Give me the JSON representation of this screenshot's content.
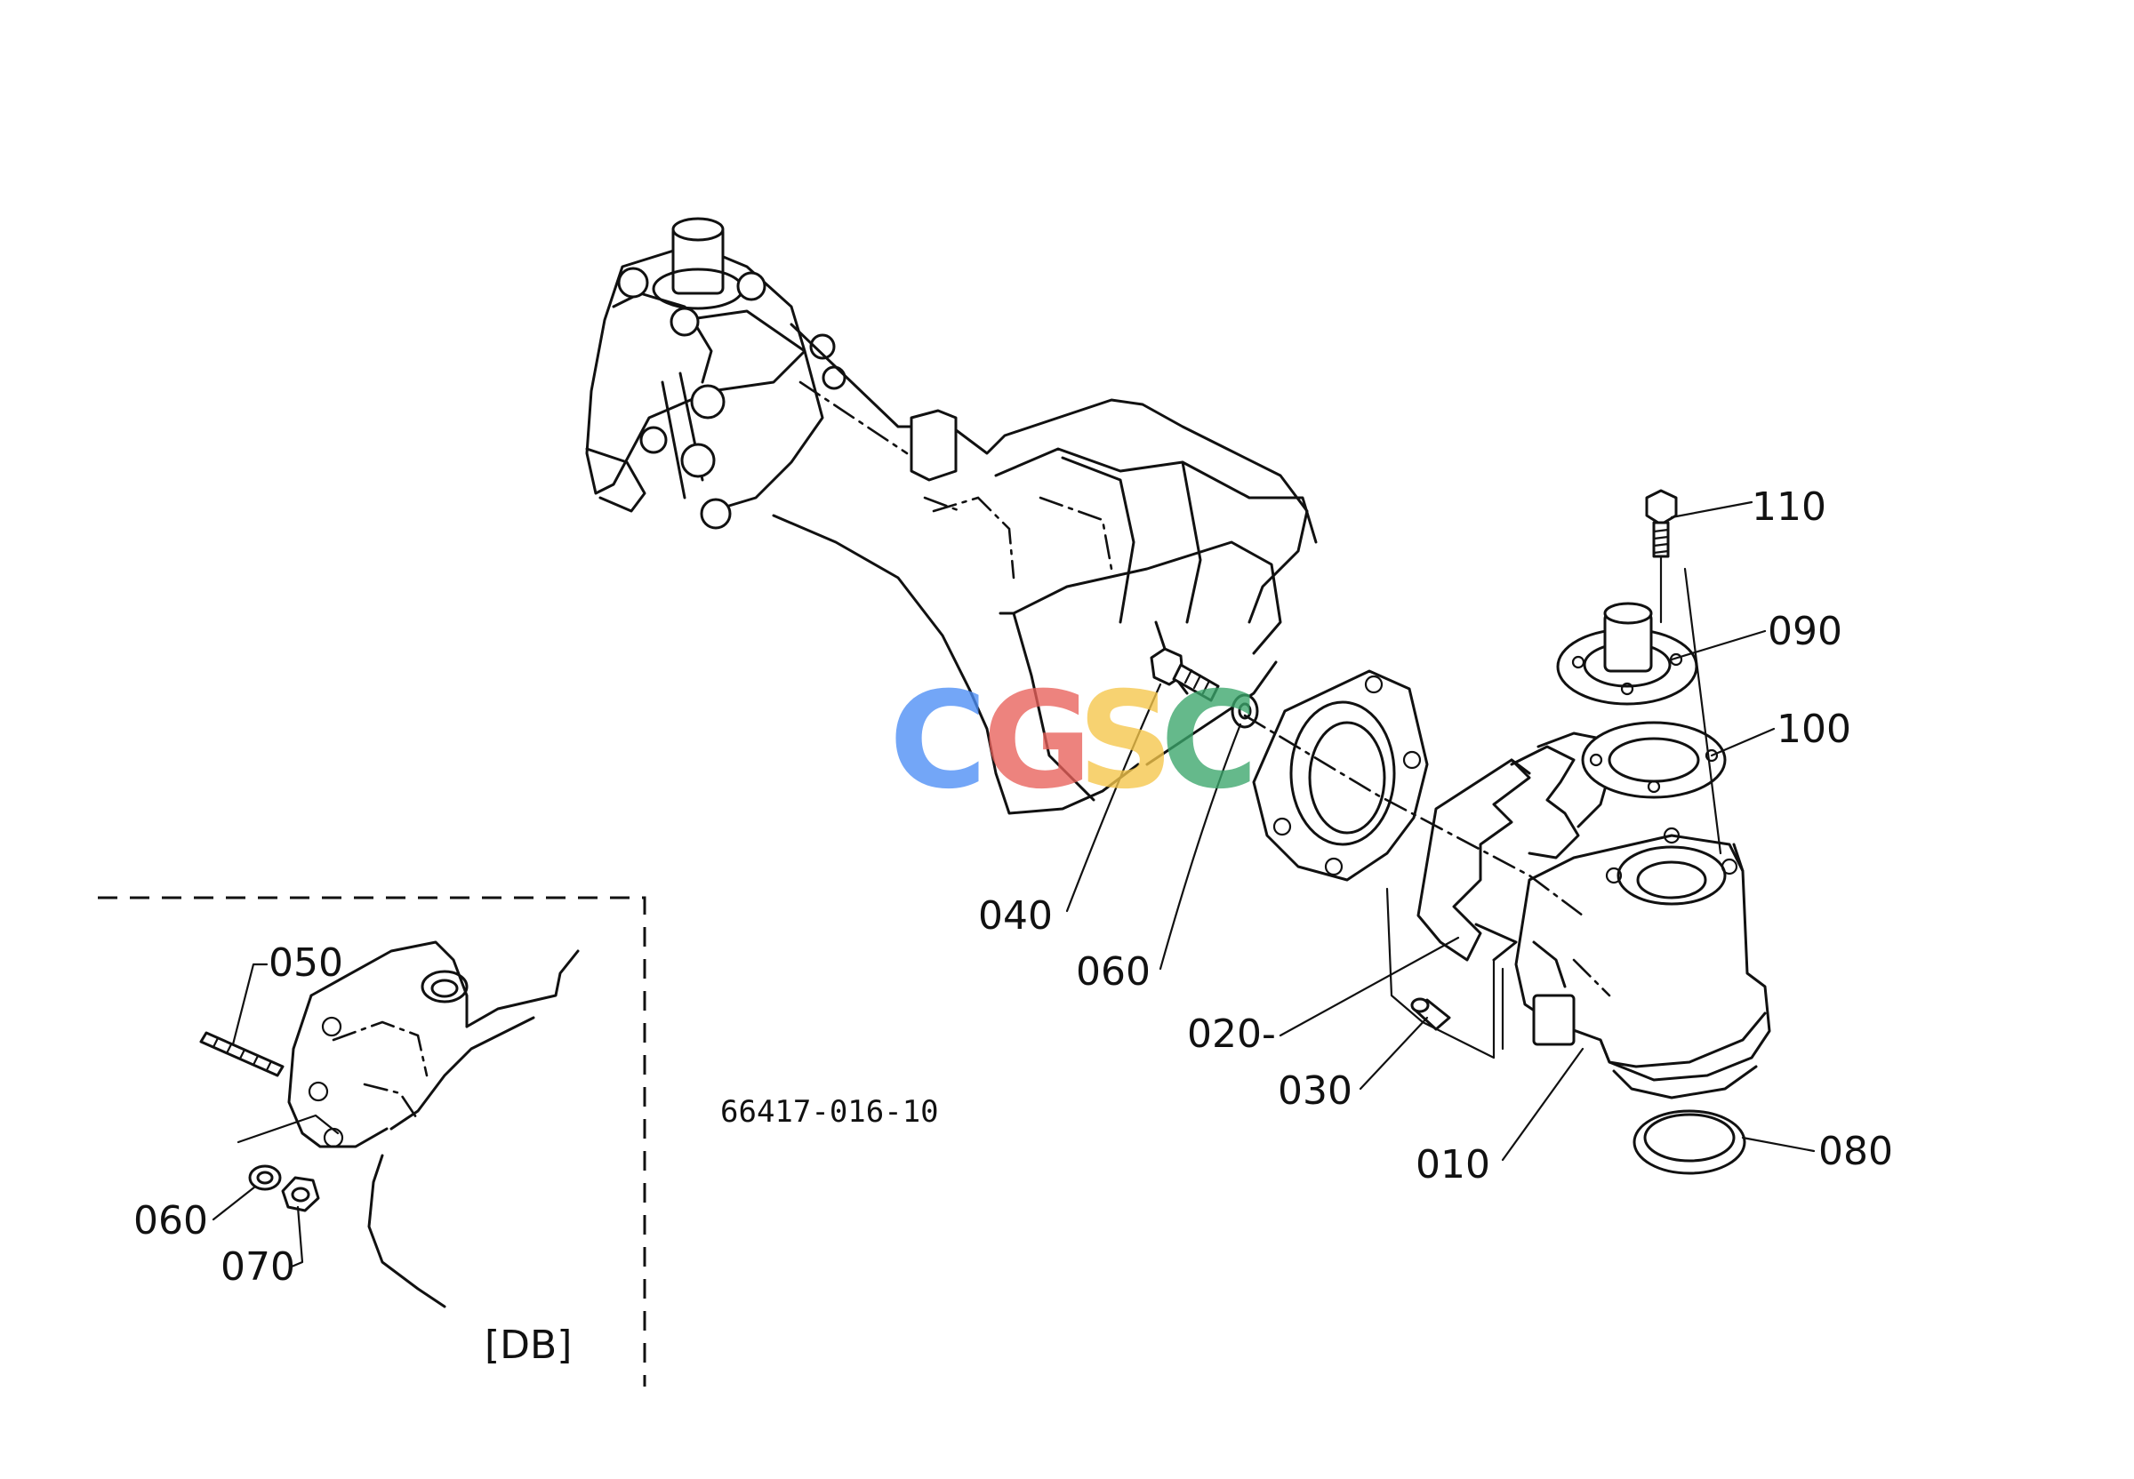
{
  "drawing_code": "66417-016-10",
  "variant_label": "[DB]",
  "watermark": {
    "letters": [
      "C",
      "G",
      "S",
      "C"
    ],
    "colors": [
      "#4d8ef5",
      "#e9615a",
      "#f6c64a",
      "#3aa66b"
    ]
  },
  "callouts": {
    "p110": "110",
    "p090": "090",
    "p100": "100",
    "p040": "040",
    "p060_main": "060",
    "p020": "020-",
    "p030": "030",
    "p010": "010",
    "p080": "080",
    "p050": "050",
    "p060_inset": "060",
    "p070": "070"
  }
}
